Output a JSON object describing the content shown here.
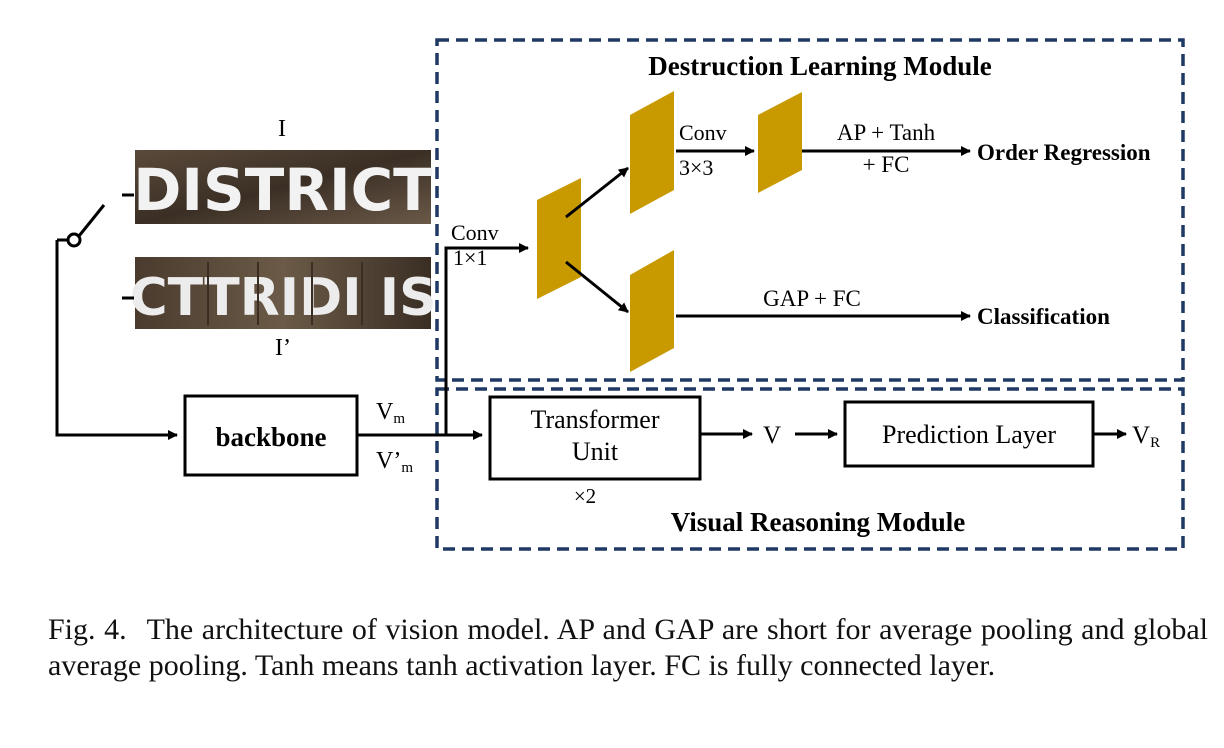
{
  "modules": {
    "destruction": {
      "title": "Destruction  Learning Module"
    },
    "visual": {
      "title": "Visual Reasoning Module"
    }
  },
  "inputs": {
    "original": {
      "label": "I",
      "image_text": "DISTRICT"
    },
    "destructed": {
      "label": "I’",
      "image_text": "CTTRIDI IS"
    }
  },
  "blocks": {
    "backbone": "backbone",
    "transformer_line1": "Transformer",
    "transformer_line2": "Unit",
    "transformer_repeat": "×2",
    "prediction": "Prediction Layer"
  },
  "edges": {
    "vm": "V",
    "vm_sub": "m",
    "vm_prime": "V’",
    "vm_prime_sub": "m",
    "conv1_top": "Conv",
    "conv1_bottom": "1×1",
    "conv3_top": "Conv",
    "conv3_bottom": "3×3",
    "ap_line1": "AP + Tanh",
    "ap_line2": "+ FC",
    "gap": "GAP + FC",
    "v": "V",
    "vr": "V",
    "vr_sub": "R"
  },
  "outputs": {
    "order_regression": "Order Regression",
    "classification": "Classification"
  },
  "caption": {
    "label": "Fig. 4.",
    "text": "The architecture of vision model. AP and GAP are short for average pooling and global average pooling. Tanh means tanh activation layer. FC is fully connected layer."
  },
  "colors": {
    "module_border": "#1f3864",
    "feature_map": "#c89a00"
  }
}
